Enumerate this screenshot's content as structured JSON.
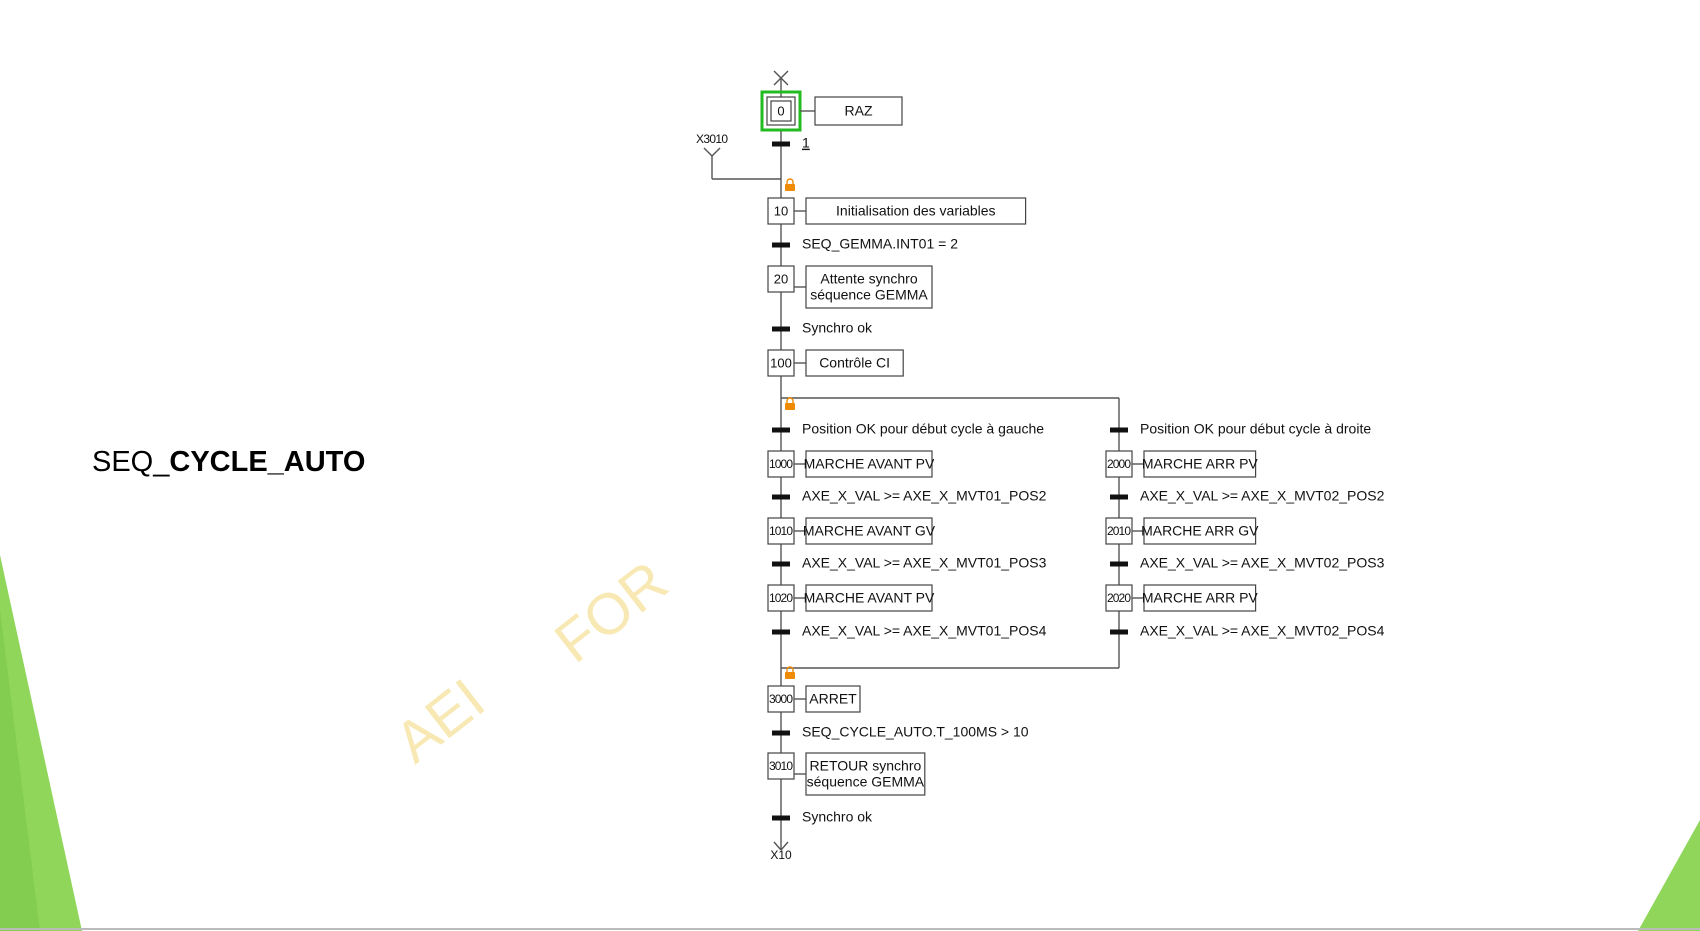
{
  "slide": {
    "title_prefix": "SEQ_",
    "title_bold": "CYCLE_AUTO"
  },
  "watermark": {
    "left": "AEI",
    "right": "FOR"
  },
  "grafcet": {
    "initial_step": "0",
    "source_link": "X3010",
    "target_link": "X10",
    "main_steps": [
      {
        "id": "0",
        "action": [
          "RAZ"
        ]
      },
      {
        "id": "10",
        "action": [
          "Initialisation des variables"
        ]
      },
      {
        "id": "20",
        "action": [
          "Attente synchro",
          "séquence GEMMA"
        ]
      },
      {
        "id": "100",
        "action": [
          "Contrôle CI"
        ]
      }
    ],
    "main_transitions": [
      {
        "label": "1"
      },
      {
        "label": "SEQ_GEMMA.INT01 = 2"
      },
      {
        "label": "Synchro ok"
      }
    ],
    "left_branch": {
      "entry": "Position OK pour début cycle à gauche",
      "steps": [
        {
          "id": "1000",
          "action": "MARCHE AVANT PV"
        },
        {
          "id": "1010",
          "action": "MARCHE AVANT GV"
        },
        {
          "id": "1020",
          "action": "MARCHE AVANT PV"
        }
      ],
      "transitions": [
        "AXE_X_VAL >= AXE_X_MVT01_POS2",
        "AXE_X_VAL >= AXE_X_MVT01_POS3",
        "AXE_X_VAL >= AXE_X_MVT01_POS4"
      ]
    },
    "right_branch": {
      "entry": "Position OK pour début cycle à droite",
      "steps": [
        {
          "id": "2000",
          "action": "MARCHE ARR PV"
        },
        {
          "id": "2010",
          "action": "MARCHE ARR GV"
        },
        {
          "id": "2020",
          "action": "MARCHE ARR PV"
        }
      ],
      "transitions": [
        "AXE_X_VAL >= AXE_X_MVT02_POS2",
        "AXE_X_VAL >= AXE_X_MVT02_POS3",
        "AXE_X_VAL >= AXE_X_MVT02_POS4"
      ]
    },
    "end_steps": [
      {
        "id": "3000",
        "action": [
          "ARRET"
        ]
      },
      {
        "id": "3010",
        "action": [
          "RETOUR synchro",
          "séquence GEMMA"
        ]
      }
    ],
    "end_transitions": [
      "SEQ_CYCLE_AUTO.T_100MS > 10",
      "Synchro ok"
    ],
    "colors": {
      "active_step": "#22bb22",
      "lock_icon": "#f08a00",
      "decor_green": "#8fd65a",
      "watermark": "#f7e6a8"
    }
  }
}
